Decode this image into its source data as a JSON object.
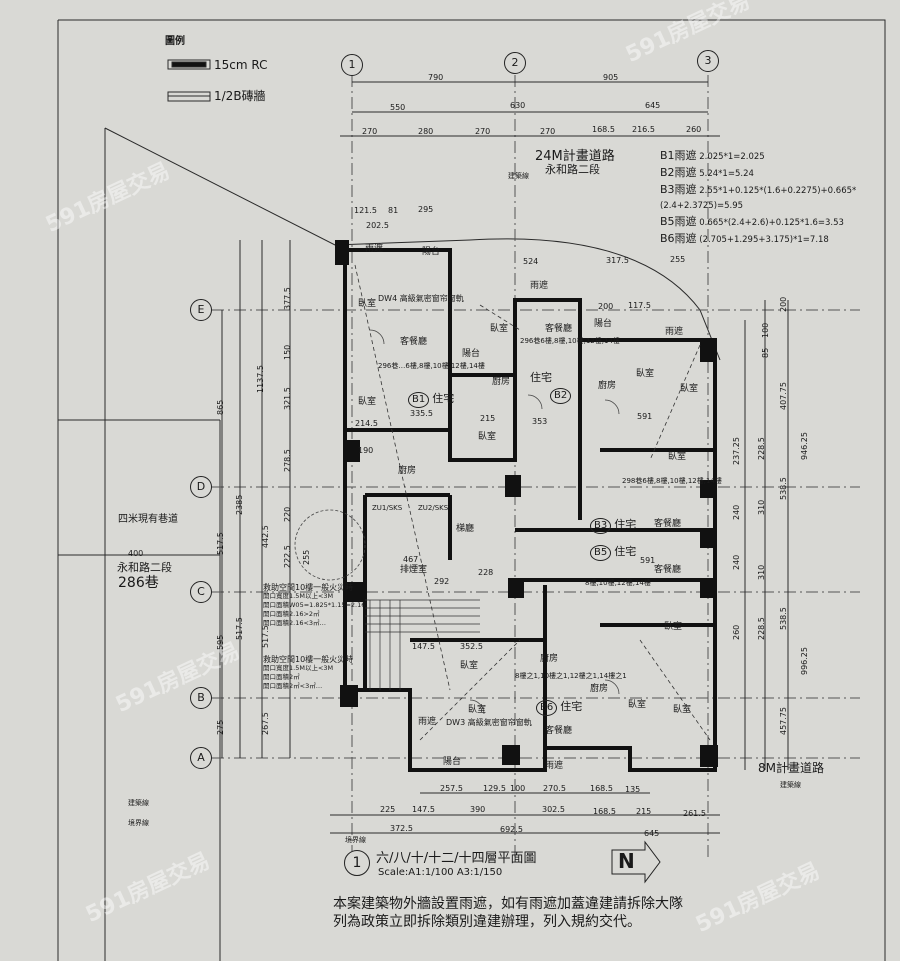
{
  "legend": {
    "title": "圖例",
    "items": [
      {
        "label": "15cm RC"
      },
      {
        "label": "1/2B磚牆"
      }
    ]
  },
  "axes": {
    "columns": [
      "1",
      "2",
      "3"
    ],
    "rows": [
      "E",
      "D",
      "C",
      "B",
      "A"
    ]
  },
  "top_dims": {
    "row1": [
      "790",
      "905"
    ],
    "row2": [
      "550",
      "630",
      "645"
    ],
    "row3": [
      "270",
      "280",
      "270",
      "270",
      "168.5",
      "216.5",
      "260"
    ],
    "upper": [
      "121.5",
      "81",
      "295",
      "202.5"
    ],
    "mid": [
      "524",
      "317.5",
      "255",
      "200",
      "117.5"
    ]
  },
  "roads": {
    "north": "24M計畫道路",
    "north_name": "永和路二段",
    "west": "四米現有巷道",
    "west_width": "400",
    "west_name": "永和路二段",
    "west_lane": "286巷",
    "east": "8M計畫道路",
    "build_line": "建築線",
    "boundary_line": "境界線"
  },
  "balcony_calc": [
    {
      "label": "B1雨遮",
      "formula": "2.025*1=2.025"
    },
    {
      "label": "B2雨遮",
      "formula": "5.24*1=5.24"
    },
    {
      "label": "B3雨遮",
      "formula": "2.55*1+0.125*(1.6+0.2275)+0.665*(2.4+2.3725)=5.95"
    },
    {
      "label": "B5雨遮",
      "formula": "0.665*(2.4+2.6)+0.125*1.6=3.53"
    },
    {
      "label": "B6雨遮",
      "formula": "(2.705+1.295+3.175)*1=7.18"
    }
  ],
  "units": [
    {
      "id": "B1",
      "label": "住宅",
      "note": "296巷…6樓,8樓,10樓,12樓,14樓"
    },
    {
      "id": "B2",
      "label": "住宅",
      "note": "296巷6樓,8樓,10樓,12樓,14樓"
    },
    {
      "id": "B3",
      "label": "住宅",
      "note": "298巷6樓,8樓,10樓,12樓,14樓"
    },
    {
      "id": "B5",
      "label": "住宅",
      "note": "8樓,10樓,12樓,14樓"
    },
    {
      "id": "B6",
      "label": "住宅",
      "note": "8樓之1,10樓之1,12樓之1,14樓之1"
    }
  ],
  "rooms": {
    "bedroom": "臥室",
    "living": "客餐廳",
    "kitchen": "廚房",
    "balcony": "陽台",
    "canopy": "雨遮",
    "hall": "梯廳",
    "lobby": "排煙室",
    "dw4": "DW4 高級氣密窗帘窗軌",
    "dw3": "DW3 高級氣密窗帘窗軌",
    "elevator1": "ZU1/SKS",
    "elevator2": "ZU2/SKS"
  },
  "egress_notes": [
    "救助空間10樓一般火災時",
    "開口寬度1.5M以上<3M",
    "開口面積W05=1.825*1.15=2.16",
    "開口面積2.16>2㎡",
    "開口面積2.16<3㎡…",
    "救助空間10樓一般火災時",
    "開口寬度1.5M以上<3M",
    "開口面積2㎡",
    "開口面積2㎡<3㎡…"
  ],
  "left_dims": [
    "865",
    "2385",
    "1137.5",
    "377.5",
    "150",
    "321.5",
    "278.5",
    "220",
    "222.5",
    "442.5",
    "517.5",
    "517.5",
    "255",
    "595",
    "517.5",
    "275",
    "267.5"
  ],
  "right_dims": [
    "200",
    "100",
    "85",
    "407.75",
    "946.25",
    "228.5",
    "237.25",
    "310",
    "538.5",
    "240",
    "240",
    "310",
    "228.5",
    "538.5",
    "260",
    "996.25",
    "457.75"
  ],
  "bottom_dims": {
    "row1": [
      "257.5",
      "129.5",
      "100",
      "270.5",
      "168.5",
      "135"
    ],
    "row2": [
      "225",
      "147.5",
      "390",
      "302.5",
      "168.5",
      "215",
      "261.5"
    ],
    "row3": [
      "372.5",
      "692.5",
      "645"
    ]
  },
  "interior_dims": [
    "335.5",
    "214.5",
    "190",
    "215",
    "353",
    "591",
    "591",
    "352.5",
    "147.5",
    "467",
    "292",
    "228"
  ],
  "title_block": {
    "number": "1",
    "title": "六/八/十/十二/十四層平面圖",
    "scale": "Scale:A1:1/100  A3:1/150"
  },
  "north_arrow": "N",
  "disclaimer": [
    "本案建築物外牆設置雨遮，如有雨遮加蓋違建請拆除大隊",
    "列為政策立即拆除類別違建辦理，列入規約交代。"
  ],
  "watermark": "591房屋交易"
}
